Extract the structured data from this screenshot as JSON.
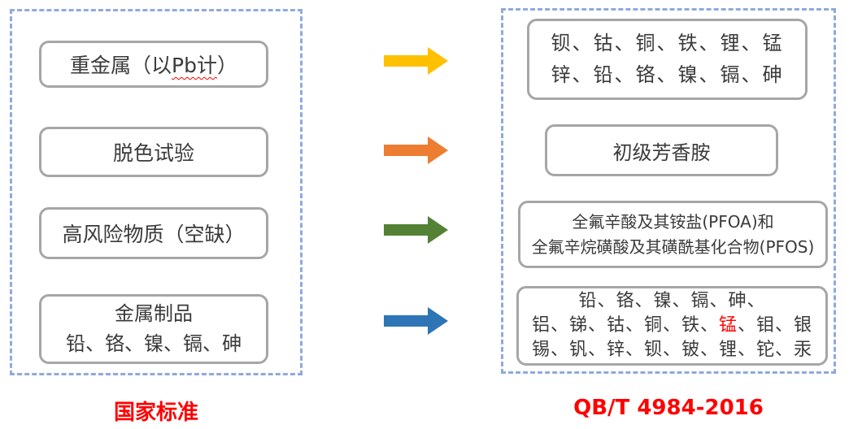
{
  "left_panel": {
    "label": "国家标准",
    "boxes": [
      {
        "name": "heavy-metal-as-pb",
        "lines": [
          [
            {
              "t": "重金属（以"
            },
            {
              "t": "Pb计",
              "wavy": true
            },
            {
              "t": "）"
            }
          ]
        ]
      },
      {
        "name": "decolor-test",
        "lines": [
          [
            {
              "t": "脱色试验"
            }
          ]
        ]
      },
      {
        "name": "high-risk-substances-vacant",
        "lines": [
          [
            {
              "t": "高风险物质（空缺）"
            }
          ]
        ]
      },
      {
        "name": "metal-products",
        "lines": [
          [
            {
              "t": "金属制品"
            }
          ],
          [
            {
              "t": "铅、铬、镍、镉、砷"
            }
          ]
        ]
      }
    ]
  },
  "right_panel": {
    "label": "QB/T 4984-2016",
    "boxes": [
      {
        "name": "twelve-metal-elements",
        "lines": [
          [
            {
              "t": "钡、钴、铜、铁、锂、锰"
            }
          ],
          [
            {
              "t": "锌、铅、铬、镍、镉、砷"
            }
          ]
        ]
      },
      {
        "name": "primary-aromatic-amines",
        "lines": [
          [
            {
              "t": "初级芳香胺"
            }
          ]
        ]
      },
      {
        "name": "pfoa-pfos",
        "lines": [
          [
            {
              "t": "全氟辛酸及其铵盐(PFOA)和"
            }
          ],
          [
            {
              "t": "全氟辛烷磺酸及其磺酰基化合物(PFOS)"
            }
          ]
        ]
      },
      {
        "name": "twenty-one-metal-elements",
        "lines": [
          [
            {
              "t": "铅、铬、镍、镉、砷、"
            }
          ],
          [
            {
              "t": "铝、锑、钴、铜、铁、"
            },
            {
              "t": "锰",
              "c": "#ff0000"
            },
            {
              "t": "、钼、银"
            }
          ],
          [
            {
              "t": "锡、钒、锌、钡、铍、锂、铊、汞"
            }
          ]
        ]
      }
    ]
  },
  "arrows": [
    {
      "name": "arrow-row-1",
      "color": "#FFC000"
    },
    {
      "name": "arrow-row-2",
      "color": "#ED7D31"
    },
    {
      "name": "arrow-row-3",
      "color": "#548235"
    },
    {
      "name": "arrow-row-4",
      "color": "#2E75B6"
    }
  ],
  "colors": {
    "container_border": "#8FAADC",
    "box_border": "#A6A6A6",
    "text": "#3A3A3A",
    "accent_red": "#FF0000"
  }
}
